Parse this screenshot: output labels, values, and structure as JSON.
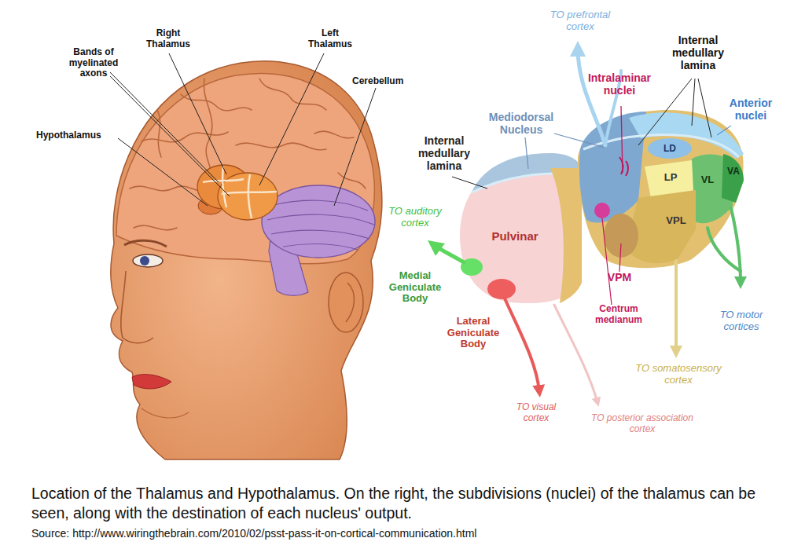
{
  "diagram": {
    "caption": "Location of the Thalamus and Hypothalamus. On the right, the subdivisions (nuclei) of the thalamus can be seen, along with the destination of each nucleus' output.",
    "nodes": [
      {
        "text": [
          "Pulvinar"
        ]
      },
      {
        "text": [
          "LD"
        ]
      },
      {
        "text": [
          "LP"
        ]
      },
      {
        "text": [
          "VL"
        ]
      },
      {
        "text": [
          "VA"
        ]
      },
      {
        "text": [
          "VPL"
        ]
      }
    ],
    "labels": [
      "Right Thalamus",
      "Left Thalamus",
      "Bands of myelinated axons",
      "Hypothalamus",
      "Cerebellum",
      "TO prefrontal cortex",
      "Internal medullary lamina",
      "Intralaminar nuclei",
      "Anterior nuclei",
      "Mediodorsal Nucleus",
      "Internal medullary lamina",
      "TO auditory cortex",
      "Medial Geniculate Body",
      "Lateral Geniculate Body",
      "VPM",
      "Centrum medianum",
      "TO motor cortices",
      "TO somatosensory cortex",
      "TO visual cortex",
      "TO posterior association cortex",
      "Source: http://www.wiringthebrain.com/2010/02/psst-pass-it-on-cortical-communication.html"
    ]
  }
}
